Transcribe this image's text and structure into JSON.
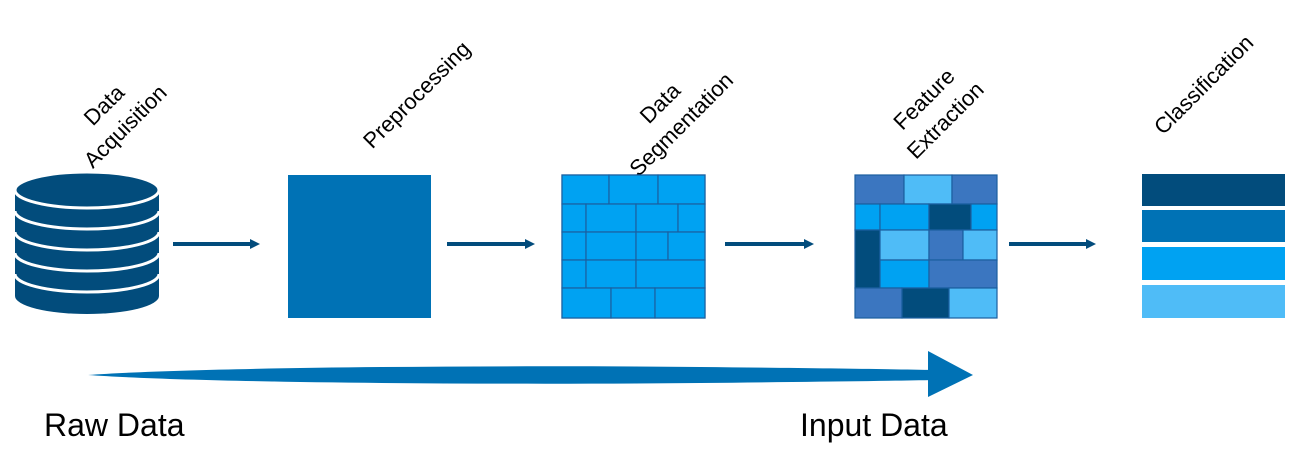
{
  "stages": [
    {
      "lines": [
        "Data",
        "Acquisition"
      ]
    },
    {
      "lines": [
        "Preprocessing"
      ]
    },
    {
      "lines": [
        "Data",
        "Segmentation"
      ]
    },
    {
      "lines": [
        "Feature",
        "Extraction"
      ]
    },
    {
      "lines": [
        "Classification"
      ]
    }
  ],
  "bottom": {
    "start_label": "Raw Data",
    "end_label": "Input Data"
  },
  "colors": {
    "dark_navy": "#024c7c",
    "medium_blue": "#0072b5",
    "bright_blue": "#00a2f2",
    "light_blue": "#4fbcf7",
    "steel_blue": "#3b76c0",
    "arrow": "#024c7c"
  },
  "icons": {
    "data_acquisition": "database-icon",
    "preprocessing": "solid-square-icon",
    "data_segmentation": "segmented-grid-icon",
    "feature_extraction": "feature-mosaic-icon",
    "classification": "stacked-bars-icon"
  }
}
